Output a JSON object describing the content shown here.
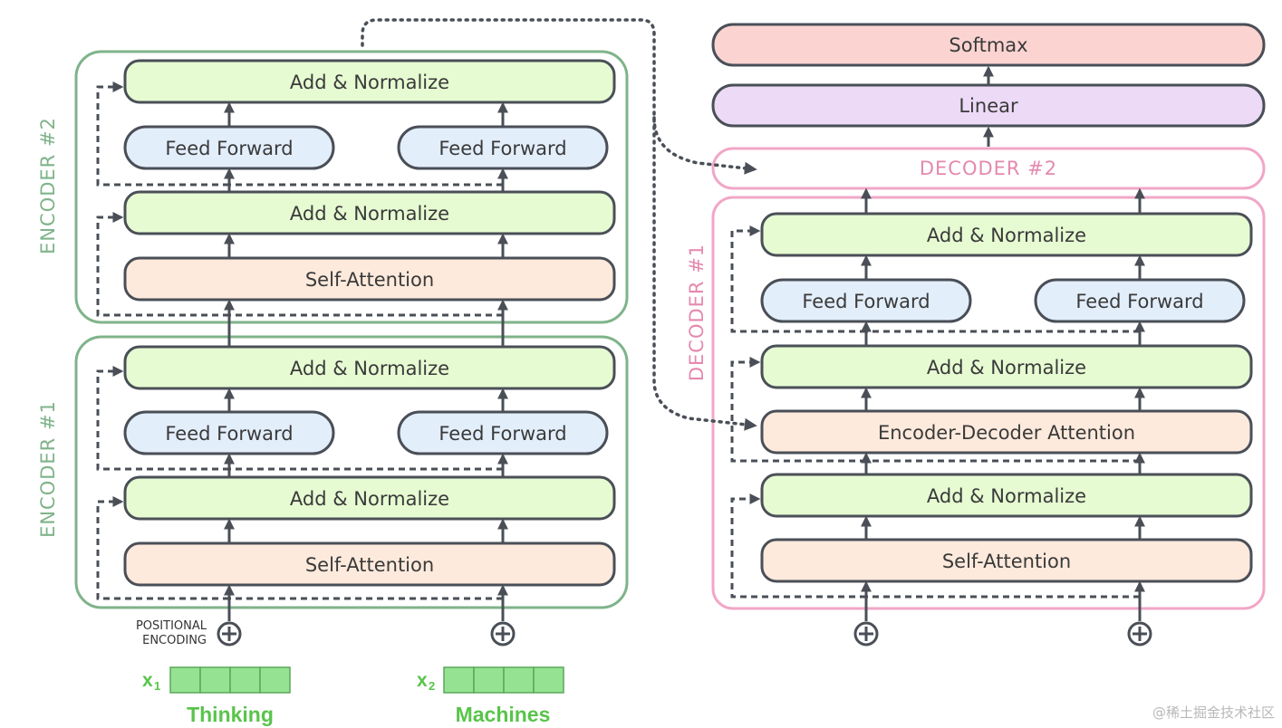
{
  "colors": {
    "encoder_outline": "#7fb38a",
    "decoder_outline": "#f1a7c7",
    "add_norm_fill": "#e6fbd2",
    "feed_forward_fill": "#e3eefb",
    "attention_fill": "#fdeadc",
    "linear_fill": "#ecdaf6",
    "softmax_fill": "#fbd4d1",
    "block_stroke": "#4a4f57",
    "token_fill": "#96e293",
    "token_label": "#59c44b"
  },
  "encoders": [
    {
      "title": "ENCODER #2",
      "add_norm": "Add & Normalize",
      "feed_forward": "Feed Forward",
      "self_attention": "Self-Attention"
    },
    {
      "title": "ENCODER #1",
      "add_norm": "Add & Normalize",
      "feed_forward": "Feed Forward",
      "self_attention": "Self-Attention"
    }
  ],
  "decoder": {
    "stack_title": "DECODER #2",
    "title": "DECODER #1",
    "add_norm": "Add & Normalize",
    "feed_forward": "Feed Forward",
    "enc_dec_attention": "Encoder-Decoder Attention",
    "self_attention": "Self-Attention",
    "linear": "Linear",
    "softmax": "Softmax"
  },
  "positional_encoding": [
    "POSITIONAL",
    "ENCODING"
  ],
  "inputs": [
    {
      "symbol": "x",
      "subscript": "1",
      "word": "Thinking"
    },
    {
      "symbol": "x",
      "subscript": "2",
      "word": "Machines"
    }
  ],
  "watermark": "@稀土掘金技术社区"
}
